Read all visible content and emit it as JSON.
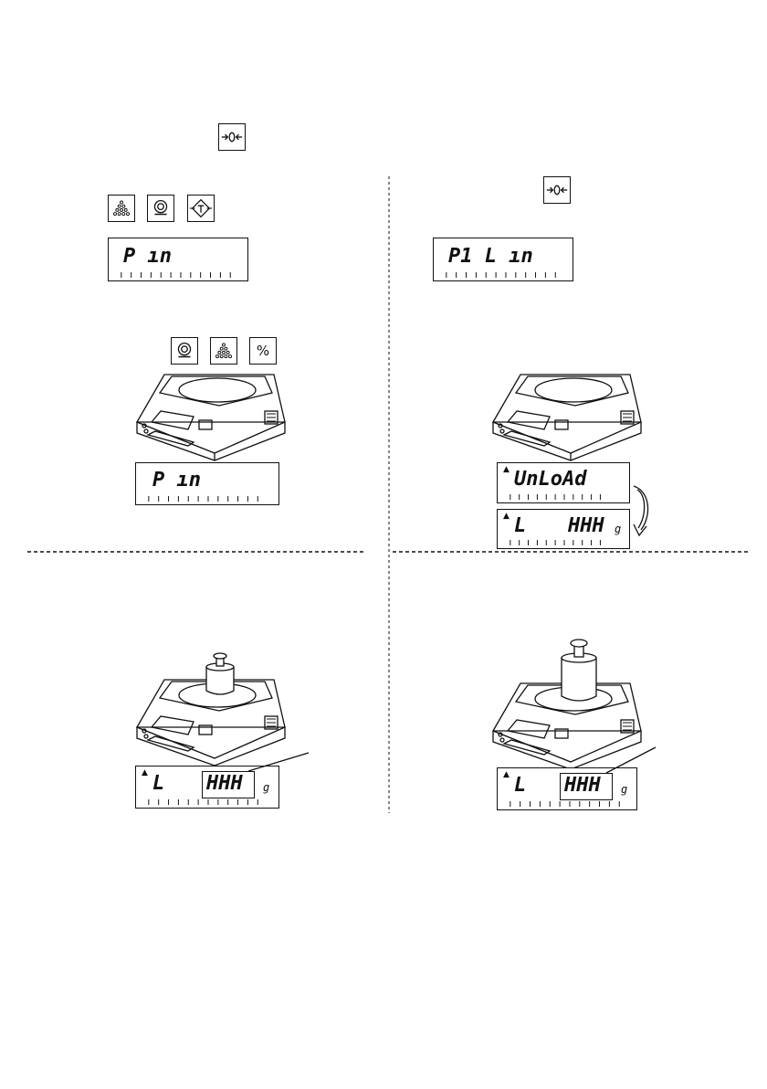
{
  "icons": {
    "zero_key": "zero-key-icon",
    "pieces_key": "pieces-counting-key-icon",
    "weighing_key": "weighing-mode-key-icon",
    "tare_key": "tare-key-icon",
    "percent_key": "percent-key-icon"
  },
  "keys": {
    "percent_label": "%"
  },
  "displays": {
    "pin_1": "P ın",
    "pin_2": "P ın",
    "p1lin": "P1 L ın",
    "unload": "UnLoAd",
    "l_prefix": "L",
    "hhh": "HHH",
    "unit_glyph": "g"
  },
  "colors": {
    "ink": "#111111",
    "background": "#ffffff"
  }
}
